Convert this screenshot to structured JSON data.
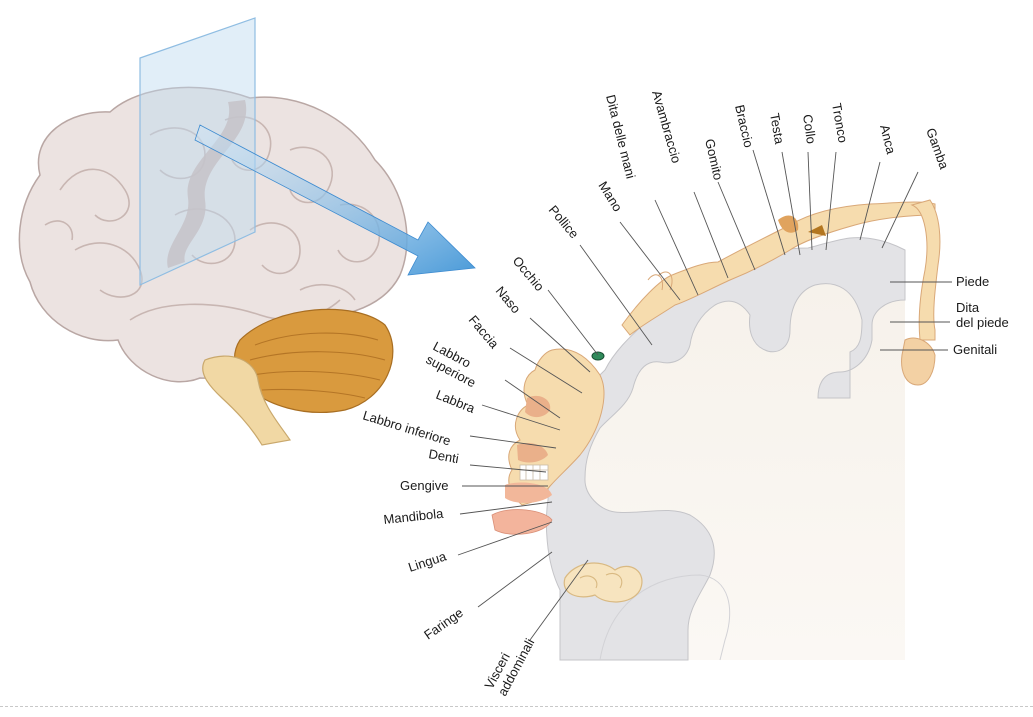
{
  "labels": {
    "left": [
      {
        "id": "occhio",
        "lines": [
          "Occhio"
        ]
      },
      {
        "id": "naso",
        "lines": [
          "Naso"
        ]
      },
      {
        "id": "faccia",
        "lines": [
          "Faccia"
        ]
      },
      {
        "id": "labbro-superiore",
        "lines": [
          "Labbro",
          "superiore"
        ]
      },
      {
        "id": "labbra",
        "lines": [
          "Labbra"
        ]
      },
      {
        "id": "labbro-inferiore",
        "lines": [
          "Labbro inferiore"
        ]
      },
      {
        "id": "denti",
        "lines": [
          "Denti"
        ]
      },
      {
        "id": "gengive",
        "lines": [
          "Gengive"
        ]
      },
      {
        "id": "mandibola",
        "lines": [
          "Mandibola"
        ]
      },
      {
        "id": "lingua",
        "lines": [
          "Lingua"
        ]
      },
      {
        "id": "faringe",
        "lines": [
          "Faringe"
        ]
      },
      {
        "id": "visceri-addominali",
        "lines": [
          "Visceri",
          "addominali"
        ]
      }
    ],
    "top": [
      {
        "id": "pollice",
        "lines": [
          "Pollice"
        ]
      },
      {
        "id": "mano",
        "lines": [
          "Mano"
        ]
      },
      {
        "id": "dita-delle-mani",
        "lines": [
          "Dita delle mani"
        ]
      },
      {
        "id": "avambraccio",
        "lines": [
          "Avambraccio"
        ]
      },
      {
        "id": "gomito",
        "lines": [
          "Gomito"
        ]
      },
      {
        "id": "braccio",
        "lines": [
          "Braccio"
        ]
      },
      {
        "id": "testa",
        "lines": [
          "Testa"
        ]
      },
      {
        "id": "collo",
        "lines": [
          "Collo"
        ]
      },
      {
        "id": "tronco",
        "lines": [
          "Tronco"
        ]
      },
      {
        "id": "anca",
        "lines": [
          "Anca"
        ]
      },
      {
        "id": "gamba",
        "lines": [
          "Gamba"
        ]
      }
    ],
    "right": [
      {
        "id": "piede",
        "lines": [
          "Piede"
        ]
      },
      {
        "id": "dita-del-piede",
        "lines": [
          "Dita",
          "del piede"
        ]
      },
      {
        "id": "genitali",
        "lines": [
          "Genitali"
        ]
      }
    ]
  },
  "colors": {
    "cortex_gray": "#e3e3e6",
    "white_matter": "#f6f1ea",
    "brain_pink": "#ece3e1",
    "cerebellum": "#d99a3e",
    "homunculus_skin": "#f6dcae",
    "arrow_blue": "#5aa5dc",
    "plane_blue": "#bcd9f0"
  }
}
